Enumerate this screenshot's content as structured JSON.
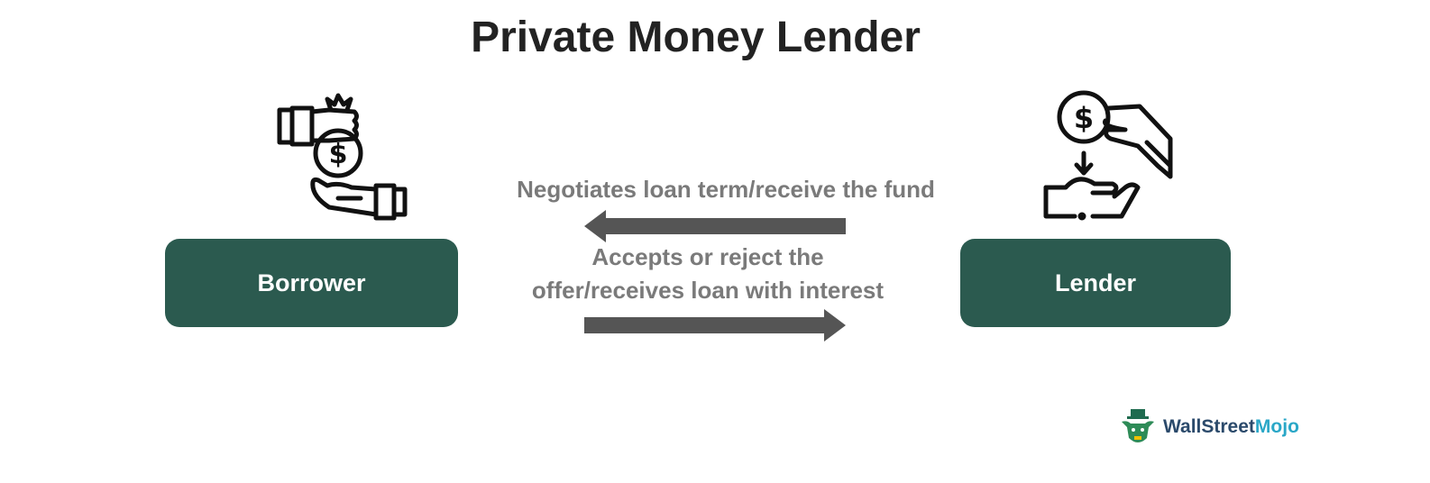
{
  "title": "Private Money Lender",
  "nodes": {
    "borrower": "Borrower",
    "lender": "Lender"
  },
  "edges": {
    "lender_to_borrower": "Negotiates loan term/receive the fund",
    "borrower_to_lender_line1": "Accepts or reject the",
    "borrower_to_lender_line2": "offer/receives loan with interest"
  },
  "icons": {
    "borrower": "hand-receiving-money-bag-icon",
    "lender": "hand-giving-coin-icon"
  },
  "branding": {
    "part1": "WallStreet",
    "part2": "Mojo"
  },
  "colors": {
    "box": "#2b5a4f",
    "arrow": "#555555",
    "label": "#7a7a7a",
    "title": "#222222"
  }
}
